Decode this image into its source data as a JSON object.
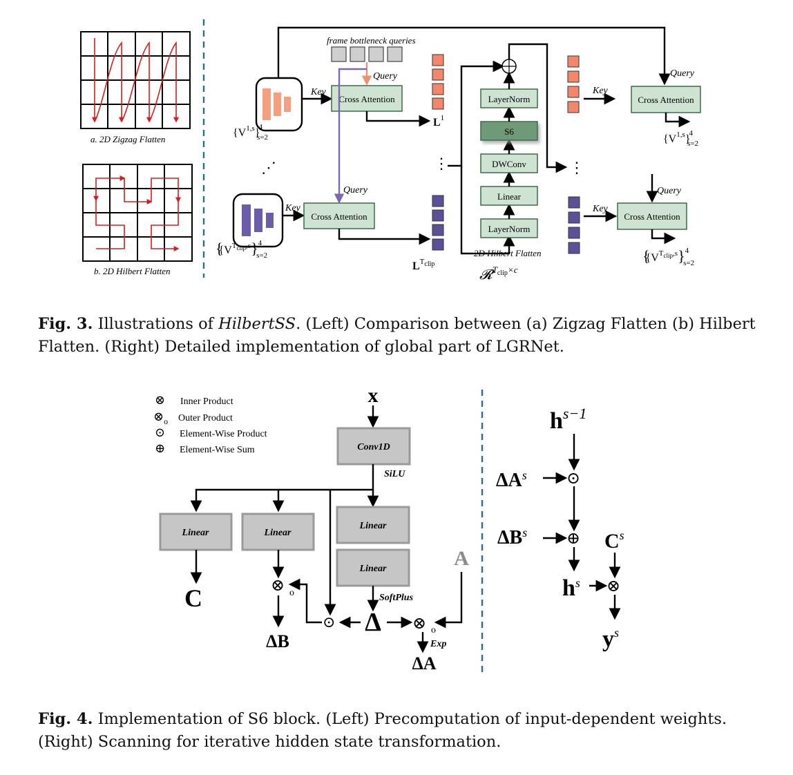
{
  "fig3": {
    "grid_a_caption": "a. 2D Zigzag Flatten",
    "grid_b_caption": "b.  2D Hilbert Flatten",
    "frame_queries_label": "frame bottleneck queries",
    "query": "Query",
    "key": "Key",
    "cross_attention": "Cross Attention",
    "v1_base": "{V",
    "v1_sup": "1,s",
    "v_close": "}",
    "v_sup4": "4",
    "v_sub_s2": "s=2",
    "vt_sup": "T",
    "vt_supsub": "clip",
    "vt_sup_rest": ",s",
    "l1_base": "L",
    "l1_sup": "1",
    "lt_base": "L",
    "lt_sup": "T",
    "lt_supsub": "clip",
    "dots": "⋮",
    "ldots": "⋰",
    "blocks": [
      "LayerNorm",
      "S6",
      "DWConv",
      "Linear",
      "LayerNorm"
    ],
    "hilbert_label": "2D Hilbert Flatten",
    "r_base": "𝓡",
    "r_sup": "T",
    "r_supsub": "clip",
    "r_sup_rest": "×c",
    "sum_symbol": "⊕"
  },
  "caption3": {
    "label": "Fig. 3.",
    "part1": " Illustrations of ",
    "italic": "HilbertSS",
    "part2": ". (Left) Comparison between (a) Zigzag Flatten (b) Hilbert Flatten. (Right) Detailed implementation of global part of LGRNet."
  },
  "fig4": {
    "legend": [
      {
        "sym": "⊗",
        "label": "Inner Product"
      },
      {
        "sym": "⊗o",
        "label": "Outer Product"
      },
      {
        "sym": "⊙",
        "label": "Element-Wise Product"
      },
      {
        "sym": "⊕",
        "label": "Element-Wise Sum"
      }
    ],
    "x": "x",
    "conv1d": "Conv1D",
    "silu": "SiLU",
    "linear": "Linear",
    "softplus": "SoftPlus",
    "exp": "Exp",
    "C": "C",
    "A": "A",
    "delta": "Δ",
    "deltaB": "ΔB",
    "deltaA": "ΔA",
    "outer_o": "o",
    "h_prev": "h",
    "h_prev_sup": "s−1",
    "dA": "ΔA",
    "dB": "ΔB",
    "s_sup": "s",
    "Cs": "C",
    "hs": "h",
    "ys": "y",
    "otimes": "⊗",
    "oplus": "⊕",
    "odot": "⊙"
  },
  "caption4": {
    "label": "Fig. 4.",
    "text": " Implementation of S6 block. (Left) Precomputation of input-dependent weights. (Right) Scanning for iterative hidden state transformation."
  }
}
